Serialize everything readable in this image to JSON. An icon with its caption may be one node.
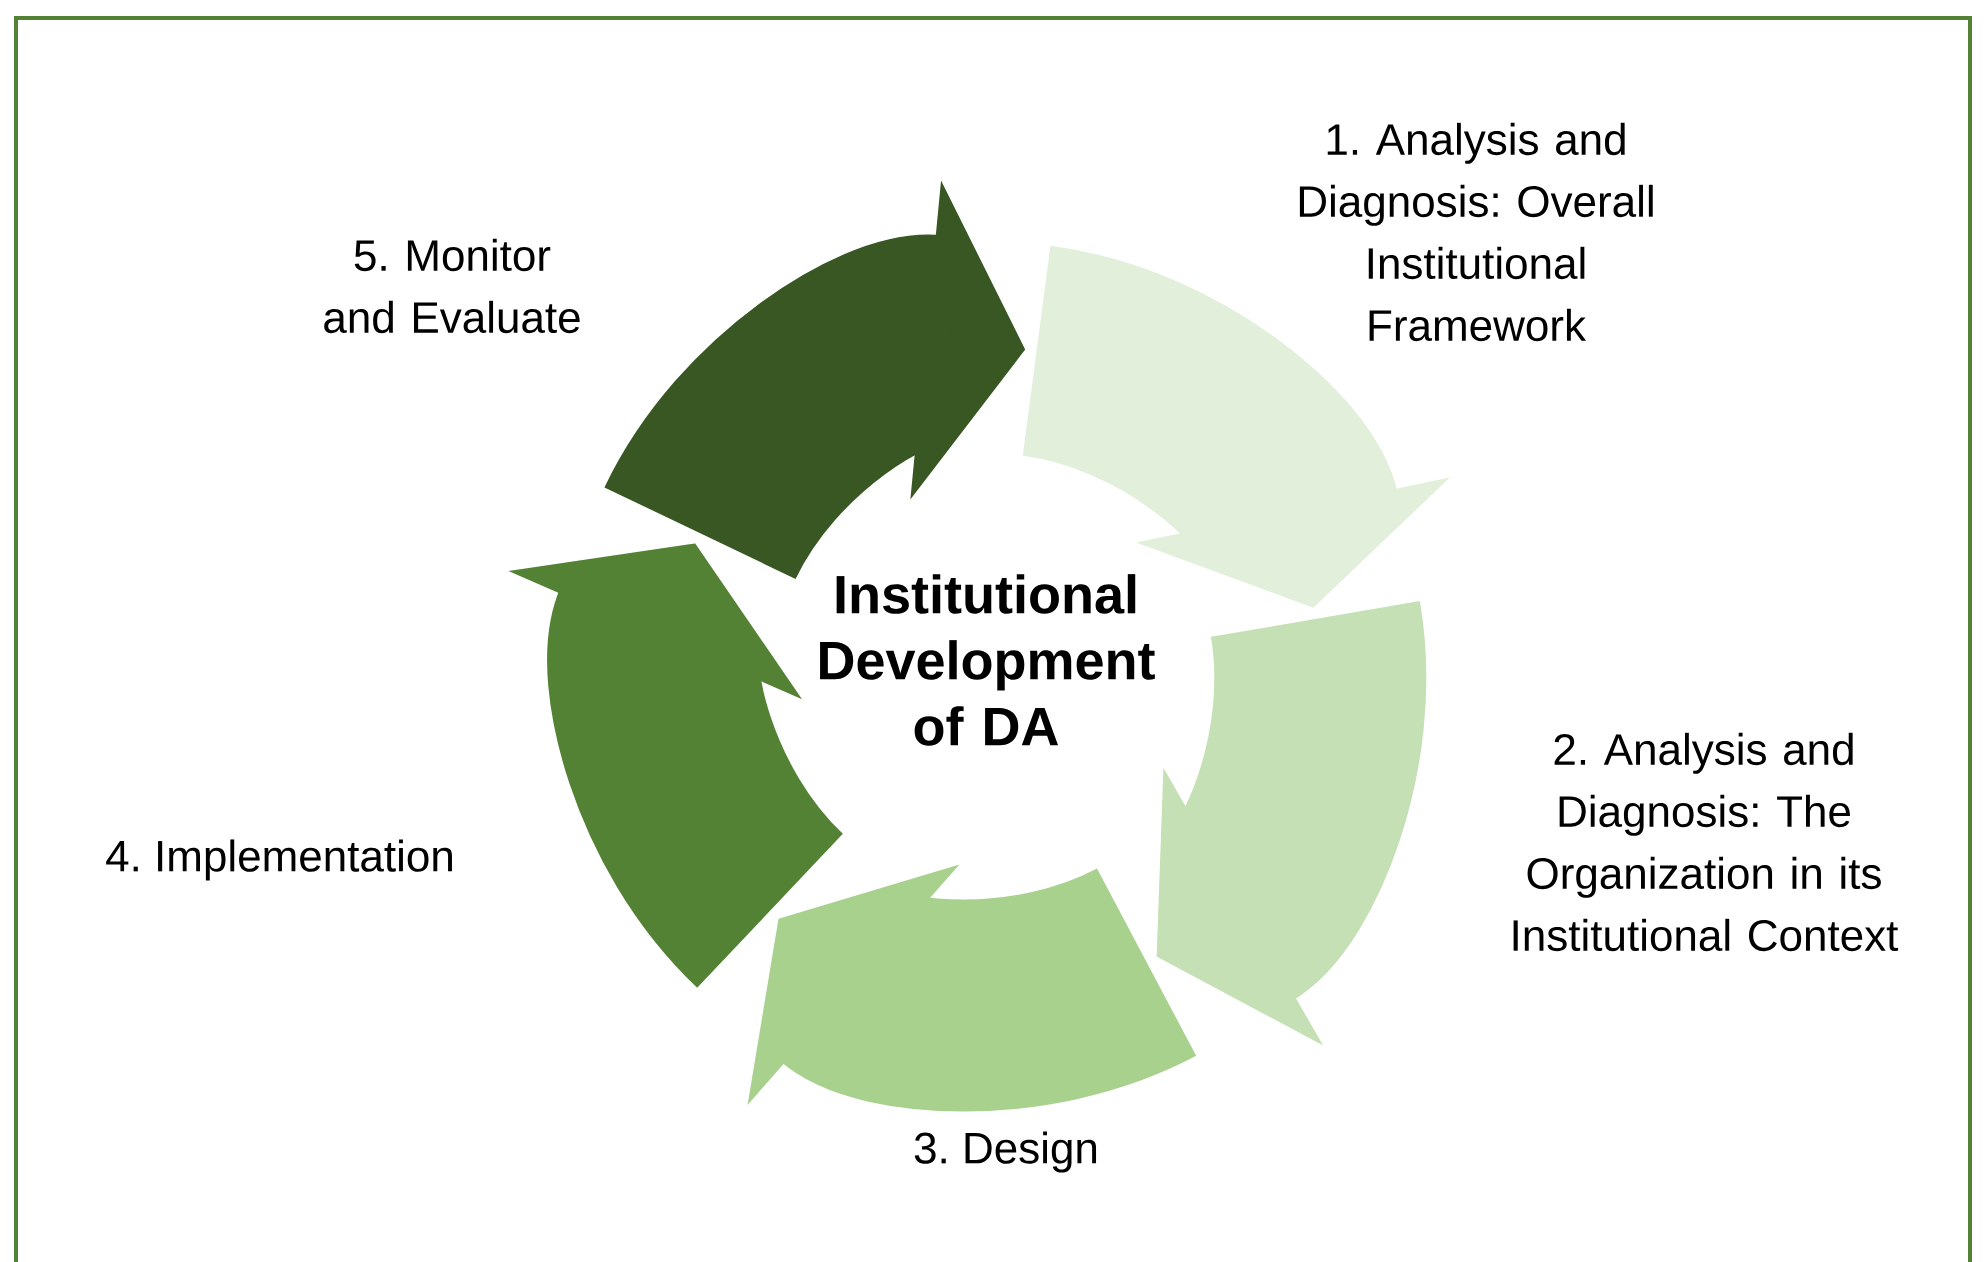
{
  "diagram": {
    "nodes": [
      {
        "text": [
          "Institutional Development of DA"
        ]
      },
      {
        "text": [
          "1. Analysis and Diagnosis: Overall Institutional Framework"
        ]
      },
      {
        "text": [
          "2. Analysis and Diagnosis: The Organization in its Institutional Context"
        ]
      },
      {
        "text": [
          "3. Design"
        ]
      },
      {
        "text": [
          "4. Implementation"
        ]
      },
      {
        "text": [
          "5. Monitor and Evaluate"
        ]
      }
    ]
  }
}
